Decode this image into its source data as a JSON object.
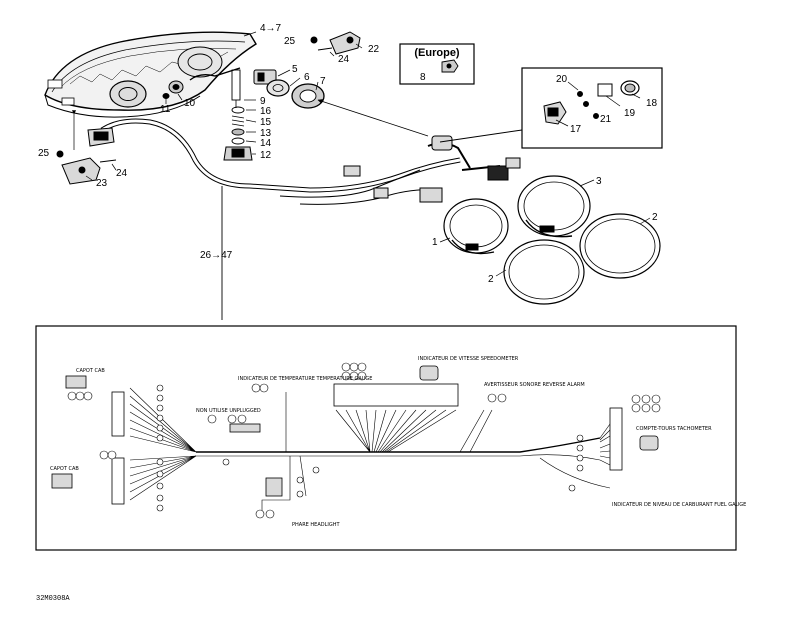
{
  "callouts": {
    "c1": "1",
    "c2a": "2",
    "c2b": "2",
    "c3": "3",
    "c4to7": "4→7",
    "c5": "5",
    "c6": "6",
    "c7": "7",
    "c8": "8",
    "c9": "9",
    "c10": "10",
    "c11": "11",
    "c12": "12",
    "c13": "13",
    "c14": "14",
    "c15": "15",
    "c16": "16",
    "c17": "17",
    "c18": "18",
    "c19": "19",
    "c20": "20",
    "c21": "21",
    "c22": "22",
    "c23": "23",
    "c24a": "24",
    "c24b": "24",
    "c25a": "25",
    "c25b": "25",
    "c26to47": "26→47"
  },
  "europe_label": "(Europe)",
  "schematic_labels": {
    "capot_top": "CAPOT CAB",
    "capot_bottom": "CAPOT CAB",
    "temp_gauge": "INDICATEUR DE TEMPERATURE TEMPERATURE GAUGE",
    "speedometer": "INDICATEUR DE VITESSE SPEEDOMETER",
    "reverse_alarm": "AVERTISSEUR SONORE REVERSE ALARM",
    "tachometer": "COMPTE-TOURS TACHOMETER",
    "fuel_gauge": "INDICATEUR DE NIVEAU DE CARBURANT FUEL GAUGE",
    "phare": "PHARE HEADLIGHT",
    "note": "NON UTILISE UNPLUGGED"
  },
  "drawing_ref": "32M0308A"
}
